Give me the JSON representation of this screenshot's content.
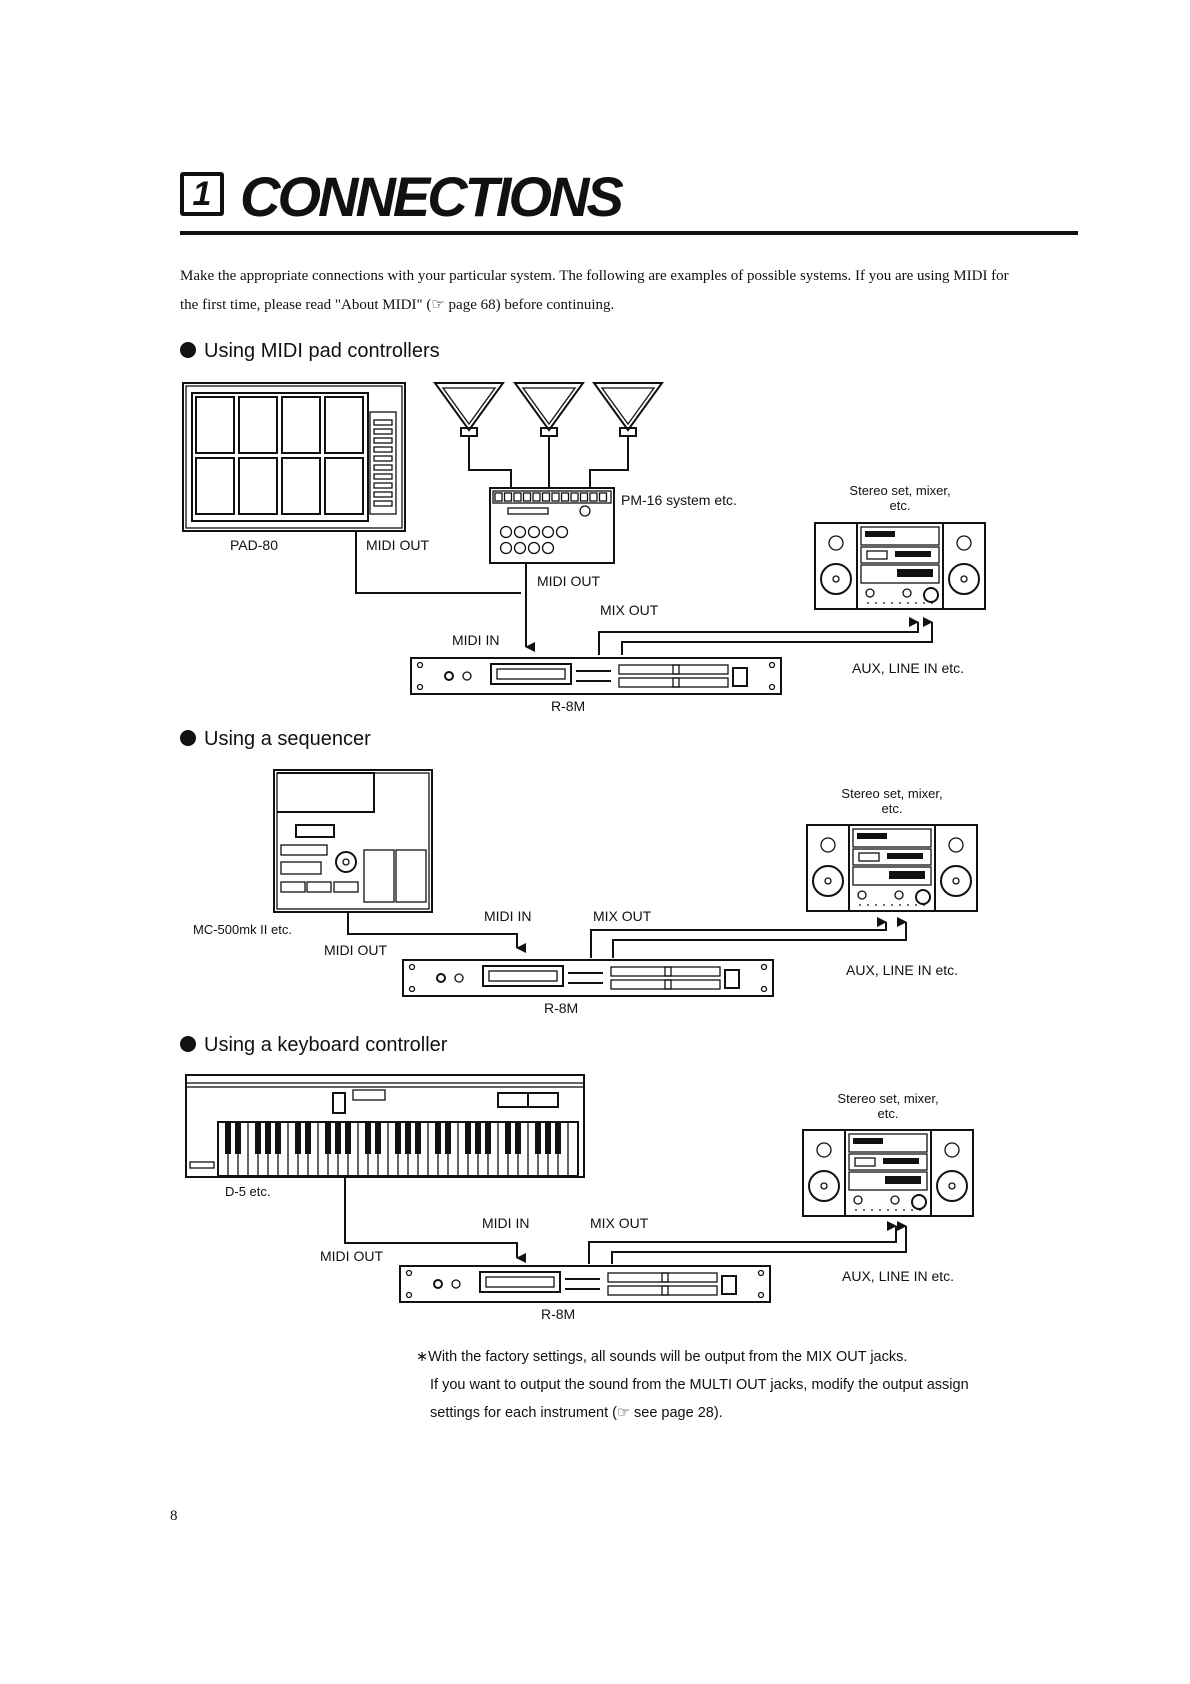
{
  "header": {
    "number": "1",
    "title": "CONNECTIONS"
  },
  "intro": {
    "line1": "Make the appropriate connections with your particular system. The following are examples of possible systems. If you are using MIDI for",
    "line2": "the first time, please read \"About MIDI\" (☞ page 68) before continuing."
  },
  "sections": [
    {
      "heading": "Using  MIDI  pad  controllers",
      "labels": {
        "controller": "PAD-80",
        "pm": "PM-16  system  etc.",
        "midi_out_1": "MIDI OUT",
        "midi_out_2": "MIDI  OUT",
        "mix_out": "MIX  OUT",
        "midi_in": "MIDI  IN",
        "module": "R-8M",
        "stereo": "Stereo  set,  mixer,",
        "stereo2": "etc.",
        "aux": "AUX,  LINE  IN  etc."
      }
    },
    {
      "heading": "Using  a  sequencer",
      "labels": {
        "controller": "MC-500mk II  etc.",
        "midi_out": "MIDI  OUT",
        "midi_in": "MIDI  IN",
        "mix_out": "MIX  OUT",
        "module": "R-8M",
        "stereo": "Stereo  set,  mixer,",
        "stereo2": "etc.",
        "aux": "AUX,  LINE  IN  etc."
      }
    },
    {
      "heading": "Using  a  keyboard  controller",
      "labels": {
        "controller": "D-5  etc.",
        "midi_out": "MIDI  OUT",
        "midi_in": "MIDI  IN",
        "mix_out": "MIX  OUT",
        "module": "R-8M",
        "stereo": "Stereo  set,  mixer,",
        "stereo2": "etc.",
        "aux": "AUX,  LINE  IN  etc."
      }
    }
  ],
  "note": {
    "line1": "∗With the factory settings, all sounds will be output from the MIX OUT jacks.",
    "line2": "If you want to output the sound from the MULTI OUT jacks, modify the output assign",
    "line3": "settings for each instrument (☞ see page 28)."
  },
  "page_number": "8"
}
